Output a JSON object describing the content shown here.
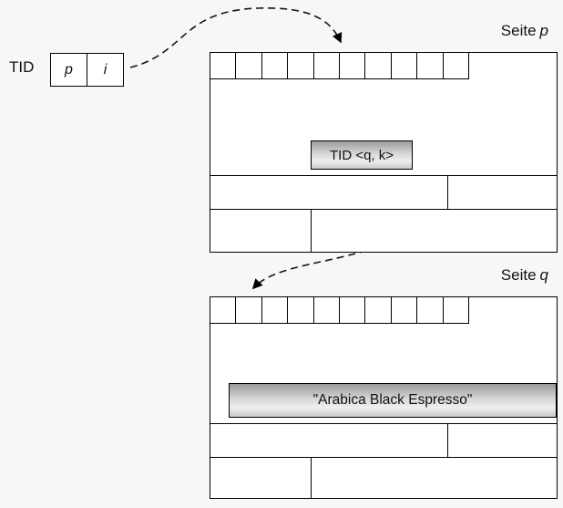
{
  "tid_pointer": {
    "label": "TID",
    "cells": [
      "p",
      "i"
    ]
  },
  "page_p": {
    "label_prefix": "Seite",
    "label_italic": "p",
    "slot_count": 10,
    "tid_ref_label": "TID <q, k>"
  },
  "page_q": {
    "label_prefix": "Seite",
    "label_italic": "q",
    "slot_count": 10,
    "record_text": "\"Arabica Black Espresso\""
  },
  "colors": {
    "background": "#f7f7f7",
    "page_fill": "#ffffff",
    "line": "#000000",
    "box_gradient_top": "#9b9b9b",
    "box_gradient_bottom": "#c9c9c9"
  }
}
